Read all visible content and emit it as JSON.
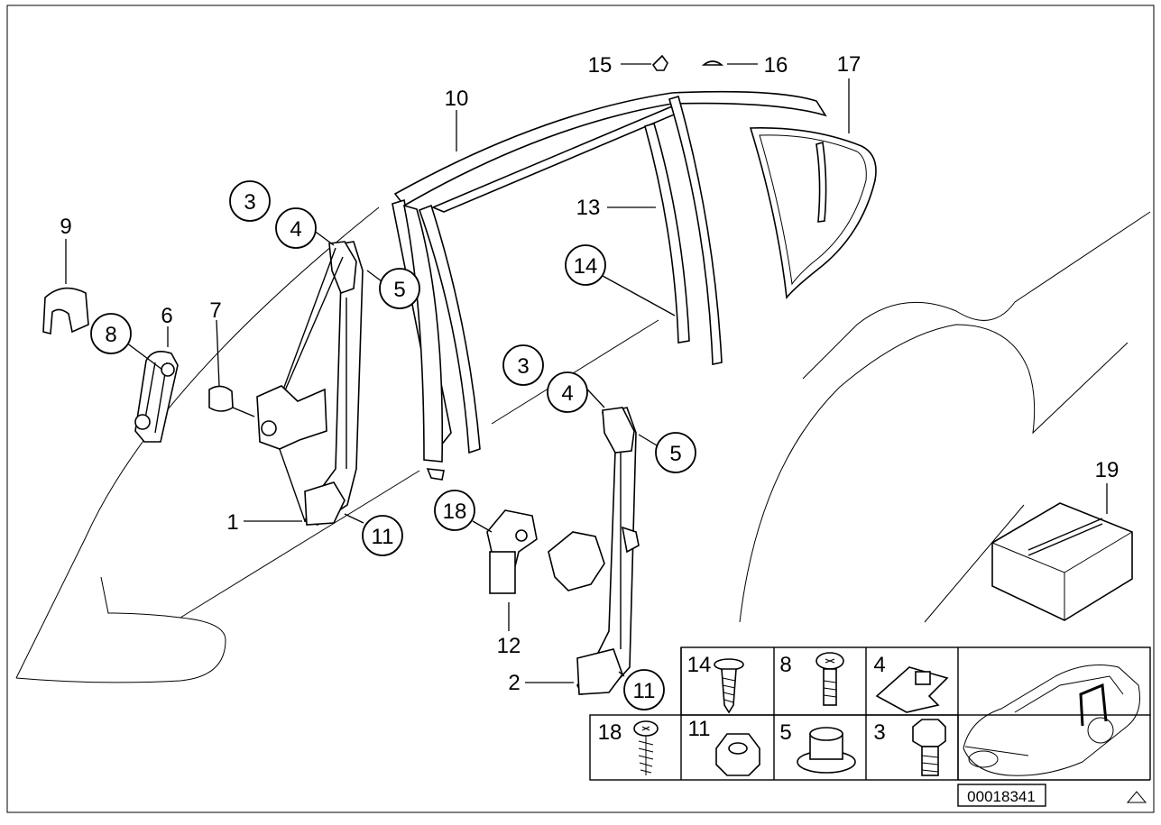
{
  "diagram": {
    "callouts": [
      {
        "id": "c1",
        "label": "1"
      },
      {
        "id": "c2",
        "label": "2"
      },
      {
        "id": "c3a",
        "label": "3"
      },
      {
        "id": "c3b",
        "label": "3"
      },
      {
        "id": "c4a",
        "label": "4"
      },
      {
        "id": "c4b",
        "label": "4"
      },
      {
        "id": "c5a",
        "label": "5"
      },
      {
        "id": "c5b",
        "label": "5"
      },
      {
        "id": "c6",
        "label": "6"
      },
      {
        "id": "c7",
        "label": "7"
      },
      {
        "id": "c8",
        "label": "8"
      },
      {
        "id": "c9",
        "label": "9"
      },
      {
        "id": "c10",
        "label": "10"
      },
      {
        "id": "c11a",
        "label": "11"
      },
      {
        "id": "c11b",
        "label": "11"
      },
      {
        "id": "c12",
        "label": "12"
      },
      {
        "id": "c13",
        "label": "13"
      },
      {
        "id": "c14",
        "label": "14"
      },
      {
        "id": "c15",
        "label": "15"
      },
      {
        "id": "c16",
        "label": "16"
      },
      {
        "id": "c17",
        "label": "17"
      },
      {
        "id": "c18",
        "label": "18"
      },
      {
        "id": "c19",
        "label": "19"
      }
    ],
    "legend": [
      {
        "label": "14",
        "part": "screw"
      },
      {
        "label": "8",
        "part": "bolt"
      },
      {
        "label": "4",
        "part": "clip"
      },
      {
        "label": "18",
        "part": "tapping-screw"
      },
      {
        "label": "11",
        "part": "nut"
      },
      {
        "label": "5",
        "part": "bushing"
      },
      {
        "label": "3",
        "part": "hex-bolt"
      }
    ],
    "diagram_number": "00018341"
  }
}
